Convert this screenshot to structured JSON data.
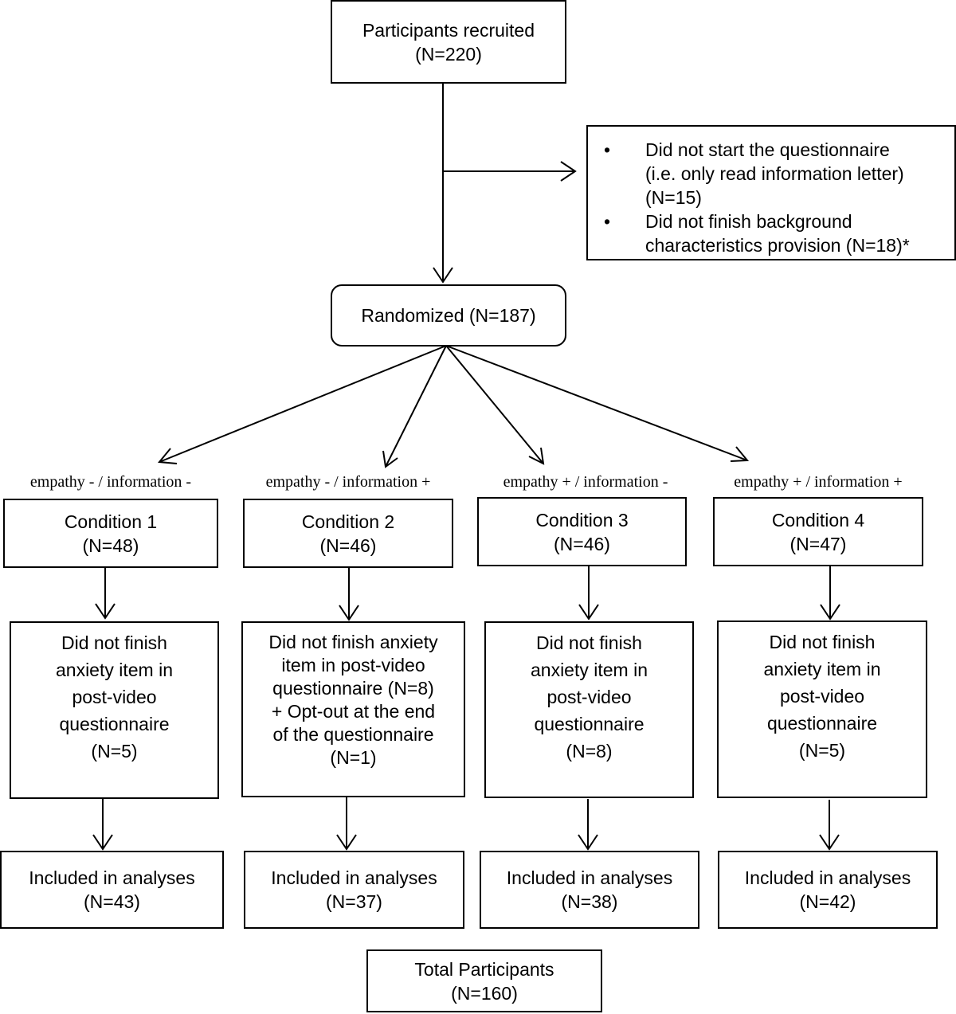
{
  "recruited": {
    "line1": "Participants recruited",
    "line2": "(N=220)"
  },
  "excluded": {
    "items": [
      {
        "lines": [
          "Did not start the questionnaire",
          "(i.e. only read information letter)",
          "(N=15)"
        ]
      },
      {
        "lines": [
          "Did not finish background",
          "characteristics provision (N=18)*"
        ]
      }
    ],
    "bullet": "•"
  },
  "randomized": {
    "text": "Randomized (N=187)"
  },
  "conditions": [
    {
      "label": "empathy - / information -",
      "name": "Condition 1",
      "n": "(N=48)",
      "dropout": [
        "Did not finish",
        "anxiety item in",
        "post-video",
        "questionnaire",
        "(N=5)"
      ],
      "included": [
        "Included in analyses",
        "(N=43)"
      ]
    },
    {
      "label": "empathy - / information +",
      "name": "Condition 2",
      "n": "(N=46)",
      "dropout": [
        "Did not finish anxiety",
        "item in post-video",
        "questionnaire (N=8)",
        "+ Opt-out at the end",
        "of the questionnaire",
        "(N=1)"
      ],
      "included": [
        "Included in analyses",
        "(N=37)"
      ]
    },
    {
      "label": "empathy + / information -",
      "name": "Condition 3",
      "n": "(N=46)",
      "dropout": [
        "Did not finish",
        "anxiety item in",
        "post-video",
        "questionnaire",
        "(N=8)"
      ],
      "included": [
        "Included in analyses",
        "(N=38)"
      ]
    },
    {
      "label": "empathy + / information +",
      "name": "Condition 4",
      "n": "(N=47)",
      "dropout": [
        "Did not finish",
        "anxiety item in",
        "post-video",
        "questionnaire",
        "(N=5)"
      ],
      "included": [
        "Included in analyses",
        "(N=42)"
      ]
    }
  ],
  "total": {
    "line1": "Total Participants",
    "line2": "(N=160)"
  }
}
